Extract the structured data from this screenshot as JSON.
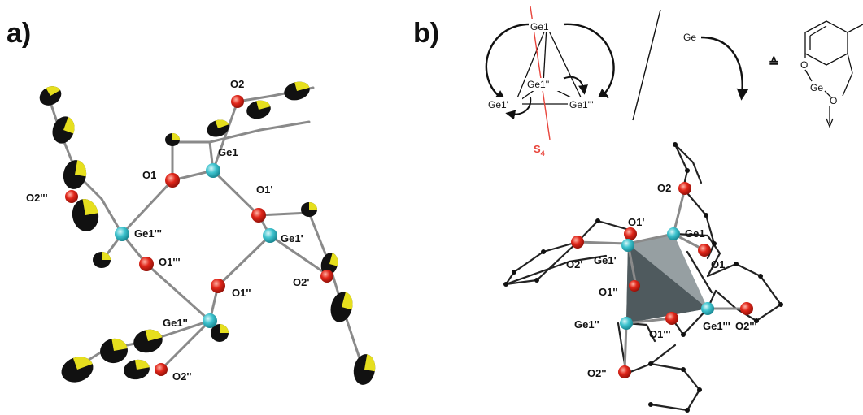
{
  "panels": {
    "a": {
      "label": "a)",
      "atoms": {
        "ge1": "Ge1",
        "ge1p": "Ge1'",
        "ge1pp": "Ge1''",
        "ge1ppp": "Ge1'''",
        "o1": "O1",
        "o1p": "O1'",
        "o1pp": "O1''",
        "o1ppp": "O1'''",
        "o2": "O2",
        "o2p": "O2'",
        "o2pp": "O2''",
        "o2ppp": "O2'''"
      }
    },
    "b": {
      "label": "b)",
      "scheme": {
        "ge1": "Ge1",
        "ge1pp": "Ge1''",
        "ge1p": "Ge1'",
        "ge1ppp": "Ge1'''",
        "s4": "S",
        "s4_sub": "4",
        "ge_label": "Ge",
        "equiv_symbol": "≙",
        "ring_o_top": "O",
        "ring_ge": "Ge",
        "ring_o_bottom": "O"
      },
      "atoms": {
        "o2": "O2",
        "o1p": "O1'",
        "ge1": "Ge1",
        "o2p": "O2'",
        "ge1p": "Ge1'",
        "o1": "O1",
        "o1pp": "O1''",
        "ge1pp": "Ge1''",
        "o1ppp": "O1'''",
        "ge1ppp": "Ge1'''",
        "o2ppp": "O2'''",
        "o2pp": "O2''"
      }
    }
  },
  "colors": {
    "germanium": "#3fc4cf",
    "oxygen": "#e0261a",
    "carbon": "#111111",
    "ellipsoid_octant": "#e6df1e",
    "bond": "#8a8a8a",
    "s4_axis": "#e8453c",
    "polyhedron": "#4f5a5e"
  }
}
